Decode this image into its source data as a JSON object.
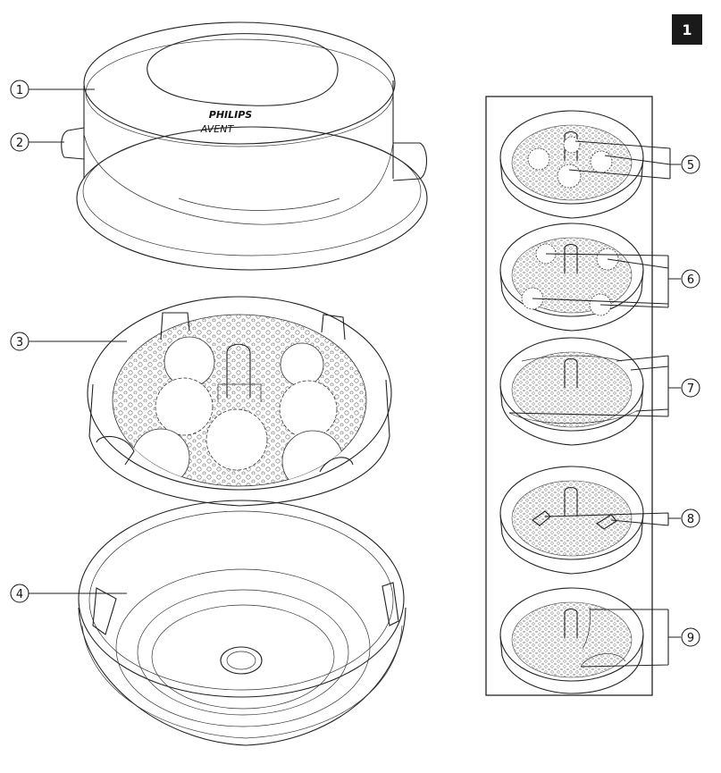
{
  "page_number": "1",
  "brand": {
    "line1": "PHILIPS",
    "line2": "AVENT"
  },
  "callouts": {
    "c1": "1",
    "c2": "2",
    "c3": "3",
    "c4": "4",
    "c5": "5",
    "c6": "6",
    "c7": "7",
    "c8": "8",
    "c9": "9"
  },
  "parts": [
    "lid",
    "lid-handle",
    "basket",
    "base",
    "accessory-configuration"
  ],
  "colors": {
    "line": "#222222",
    "background": "#ffffff",
    "badge": "#1a1a1a"
  }
}
